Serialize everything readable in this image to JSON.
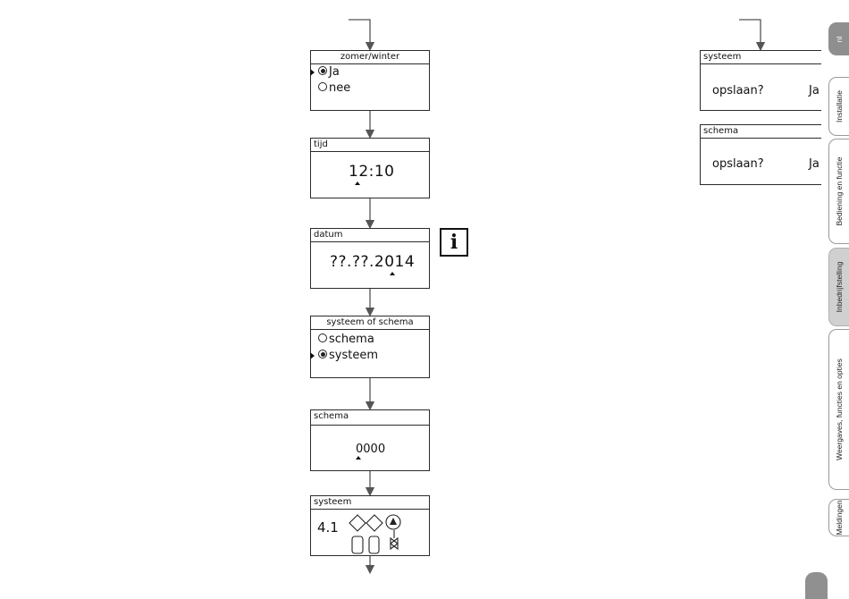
{
  "screens": {
    "zomer_winter": {
      "title": "zomer/winter",
      "options": [
        "Ja",
        "nee"
      ]
    },
    "tijd": {
      "title": "tijd",
      "value": "12:10"
    },
    "datum": {
      "title": "datum",
      "value": "??.??.2014"
    },
    "systeem_schema": {
      "title": "systeem of schema",
      "options": [
        "schema",
        "systeem"
      ]
    },
    "schema": {
      "title": "schema",
      "value": "0000"
    },
    "systeem": {
      "title": "systeem",
      "value": "4.1"
    },
    "systeem_opslaan": {
      "title": "systeem",
      "question": "opslaan?",
      "answer": "Ja"
    },
    "schema_opslaan": {
      "title": "schema",
      "question": "opslaan?",
      "answer": "Ja"
    }
  },
  "sidebar": {
    "tabs": [
      {
        "label": "nl"
      },
      {
        "label": "Installatie"
      },
      {
        "label": "Bediening en functie"
      },
      {
        "label": "Inbedrijfstelling"
      },
      {
        "label": "Weergaves, functies en opties"
      },
      {
        "label": "Meldingen"
      }
    ]
  },
  "icons": {
    "info": "info-icon"
  },
  "colors": {
    "line": "#555555",
    "tab_active": "#8f8f8f"
  }
}
